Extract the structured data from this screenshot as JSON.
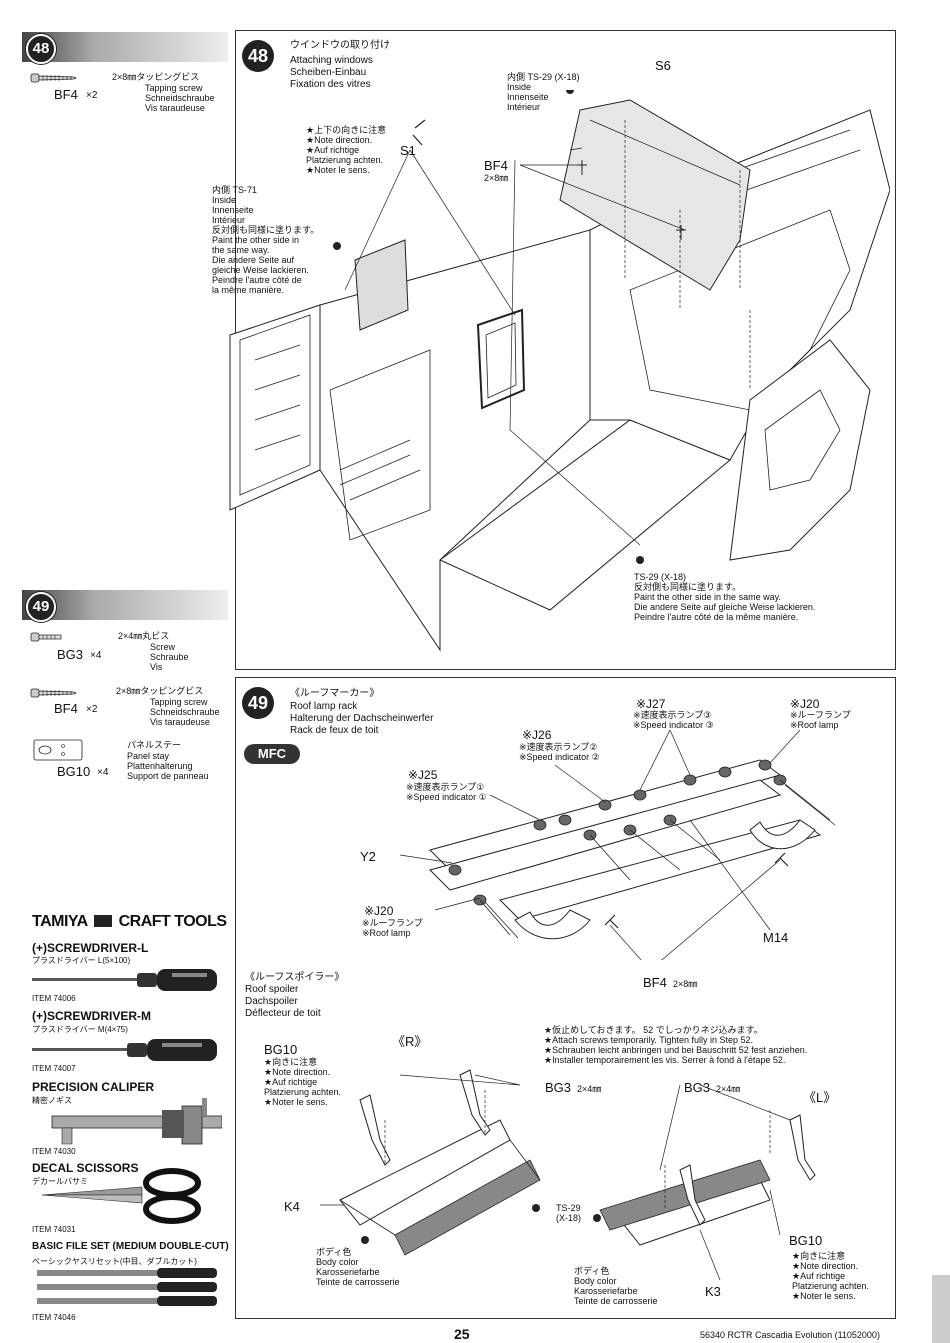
{
  "sidebar": {
    "step48": {
      "number": "48",
      "screw_jp": "2×8㎜タッピングビス",
      "screw_en": "Tapping screw",
      "screw_de": "Schneidschraube",
      "screw_fr": "Vis taraudeuse",
      "code": "BF4",
      "qty": "×2"
    },
    "step49": {
      "number": "49",
      "items": [
        {
          "code": "BG3",
          "qty": "×4",
          "jp": "2×4㎜丸ビス",
          "en": "Screw",
          "de": "Schraube",
          "fr": "Vis"
        },
        {
          "code": "BF4",
          "qty": "×2",
          "jp": "2×8㎜タッピングビス",
          "en": "Tapping screw",
          "de": "Schneidschraube",
          "fr": "Vis taraudeuse"
        },
        {
          "code": "BG10",
          "qty": "×4",
          "jp": "パネルステー",
          "en": "Panel stay",
          "de": "Plattenhalterung",
          "fr": "Support de panneau"
        }
      ]
    },
    "craft_tools": {
      "brand": "TAMIYA",
      "title": "CRAFT TOOLS",
      "tools": [
        {
          "name": "(+)SCREWDRIVER-L",
          "jp": "プラスドライバー L(5×100)",
          "item": "ITEM 74006"
        },
        {
          "name": "(+)SCREWDRIVER-M",
          "jp": "プラスドライバー M(4×75)",
          "item": "ITEM 74007"
        },
        {
          "name": "PRECISION CALIPER",
          "jp": "精密ノギス",
          "item": "ITEM 74030"
        },
        {
          "name": "DECAL SCISSORS",
          "jp": "デカールバサミ",
          "item": "ITEM 74031"
        },
        {
          "name": "BASIC FILE SET (MEDIUM DOUBLE-CUT)",
          "jp": "ベーシックヤスリセット(中目、ダブルカット)",
          "item": "ITEM 74046"
        }
      ]
    }
  },
  "step48": {
    "number": "48",
    "title_jp": "ウインドウの取り付け",
    "title_en": "Attaching windows",
    "title_de": "Scheiben-Einbau",
    "title_fr": "Fixation des vitres",
    "note_direction": "★上下の向きに注意\n★Note direction.\n★Auf richtige\nPlatzierung achten.\n★Noter le sens.",
    "label_s1": "S1",
    "label_s6": "S6",
    "label_bf4": "BF4",
    "label_bf4_size": "2×8㎜",
    "inside_ts71": "内側  TS-71\nInside\nInnenseite\nIntérieur\n反対側も同様に塗ります。\nPaint the other side in\nthe same way.\nDie andere Seite auf\ngleiche Weise lackieren.\nPeindre l'autre côté de\nla même manière.",
    "inside_ts29": "内側  TS-29 (X-18)\nInside\nInnenseite\nIntérieur",
    "ts29_note": "TS-29 (X-18)\n反対側も同様に塗ります。\nPaint the other side in the same way.\nDie andere Seite auf gleiche Weise lackieren.\nPeindre l'autre côté de la même manière."
  },
  "step49": {
    "number": "49",
    "title_jp": "《ルーフマーカー》",
    "title_en": "Roof lamp rack",
    "title_de": "Halterung der Dachscheinwerfer",
    "title_fr": "Rack de feux de toit",
    "badge": "MFC",
    "labels": {
      "j27": "※J27",
      "j27_sub": "※速度表示ランプ③\n※Speed indicator ③",
      "j20a": "※J20",
      "j20a_sub": "※ルーフランプ\n※Roof lamp",
      "j26": "※J26",
      "j26_sub": "※速度表示ランプ②\n※Speed indicator ②",
      "j25": "※J25",
      "j25_sub": "※速度表示ランプ①\n※Speed indicator ①",
      "y2": "Y2",
      "j20b": "※J20",
      "j20b_sub": "※ルーフランプ\n※Roof lamp",
      "m14": "M14",
      "bf4": "BF4",
      "bf4_size": "2×8㎜"
    },
    "spoiler_title": "《ルーフスポイラー》\nRoof spoiler\nDachspoiler\nDéflecteur de toit",
    "temp_note": "★仮止めしておきます。 52 でしっかりネジ込みます。\n★Attach screws temporarily. Tighten fully in Step 52.\n★Schrauben leicht anbringen und bei Bauschritt 52 fest anziehen.\n★Installer temporairement les vis. Serrer à fond à l'étape 52.",
    "right": "《R》",
    "left": "《L》",
    "bg10": "BG10",
    "bg10_note": "★向きに注意\n★Note direction.\n★Auf richtige\nPlatzierung achten.\n★Noter le sens.",
    "bg3": "BG3",
    "bg3_size": "2×4㎜",
    "k4": "K4",
    "k3": "K3",
    "ts29": "TS-29\n(X-18)",
    "body_color": "ボディ色\nBody color\nKarosseriefarbe\nTeinte de carrosserie"
  },
  "footer": {
    "page": "25",
    "code": "56340 RCTR Cascadia Evolution (11052000)"
  }
}
